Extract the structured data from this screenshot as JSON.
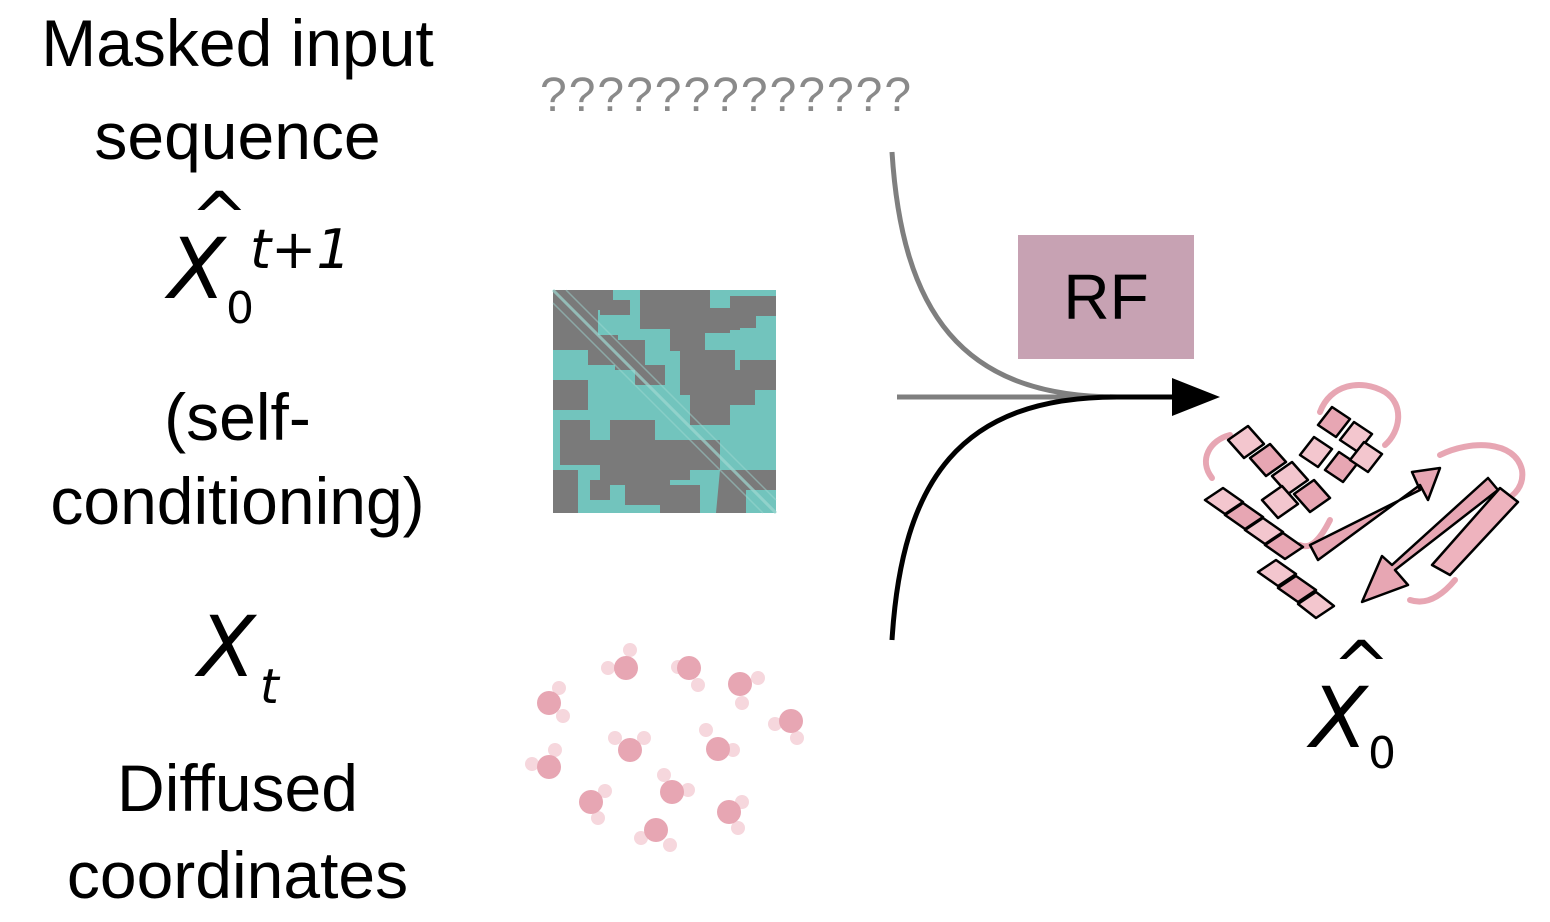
{
  "labels": {
    "masked_line1": "Masked input",
    "masked_line2": "sequence",
    "selfcond_line1": "(self-",
    "selfcond_line2": "conditioning)",
    "diffused_line1": "Diffused",
    "diffused_line2": "coordinates"
  },
  "math": {
    "xhat0_t1": {
      "base": "X",
      "hat": "^",
      "sub": "0",
      "sup": "t+1"
    },
    "xt": {
      "base": "X",
      "sub": "t"
    },
    "xhat0_out": {
      "base": "X",
      "hat": "^",
      "sub": "0"
    }
  },
  "sequence_tokens": "?????????????",
  "model_label": "RF",
  "colors": {
    "teal": "#72c4bd",
    "gray": "#7a7a7a",
    "pink": "#e7a6b3",
    "pink_light": "#f6d7dd",
    "rf_box": "#c7a2b3",
    "arrow_gray": "#7f7f7f",
    "arrow_black": "#000000"
  }
}
